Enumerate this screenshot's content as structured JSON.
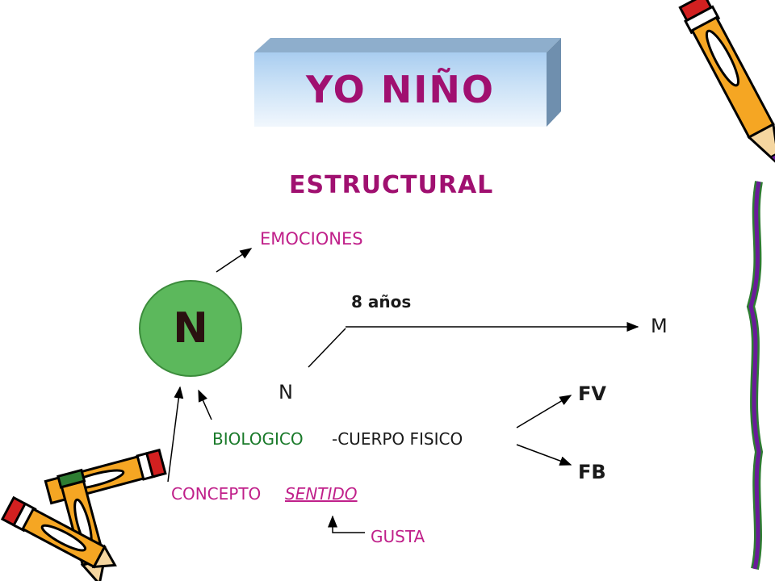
{
  "title": "YO NIÑO",
  "subtitle": "ESTRUCTURAL",
  "center_node": "N",
  "labels": {
    "emociones": "EMOCIONES",
    "edad": "8 años",
    "m": "M",
    "n": "N",
    "fv": "FV",
    "fb": "FB",
    "biologico": "BIOLOGICO",
    "cuerpo": "-CUERPO FISICO",
    "concepto": "CONCEPTO",
    "sentido": "SENTIDO",
    "gusta": "GUSTA"
  },
  "colors": {
    "title_text": "#a01070",
    "label_magenta": "#c0208a",
    "label_green": "#1a7a2a",
    "node_fill": "#5cb85c",
    "title_box_top": "#a9cdf0",
    "title_box_side": "#6f8fae",
    "pencil_body": "#f5a623",
    "pencil_eraser": "#d22020",
    "pencil_ferrule": "#2e7d32",
    "pencil_lead": "#6a1b9a"
  },
  "icons": [
    "pencil-icon",
    "pencil-icon",
    "pencil-icon"
  ]
}
